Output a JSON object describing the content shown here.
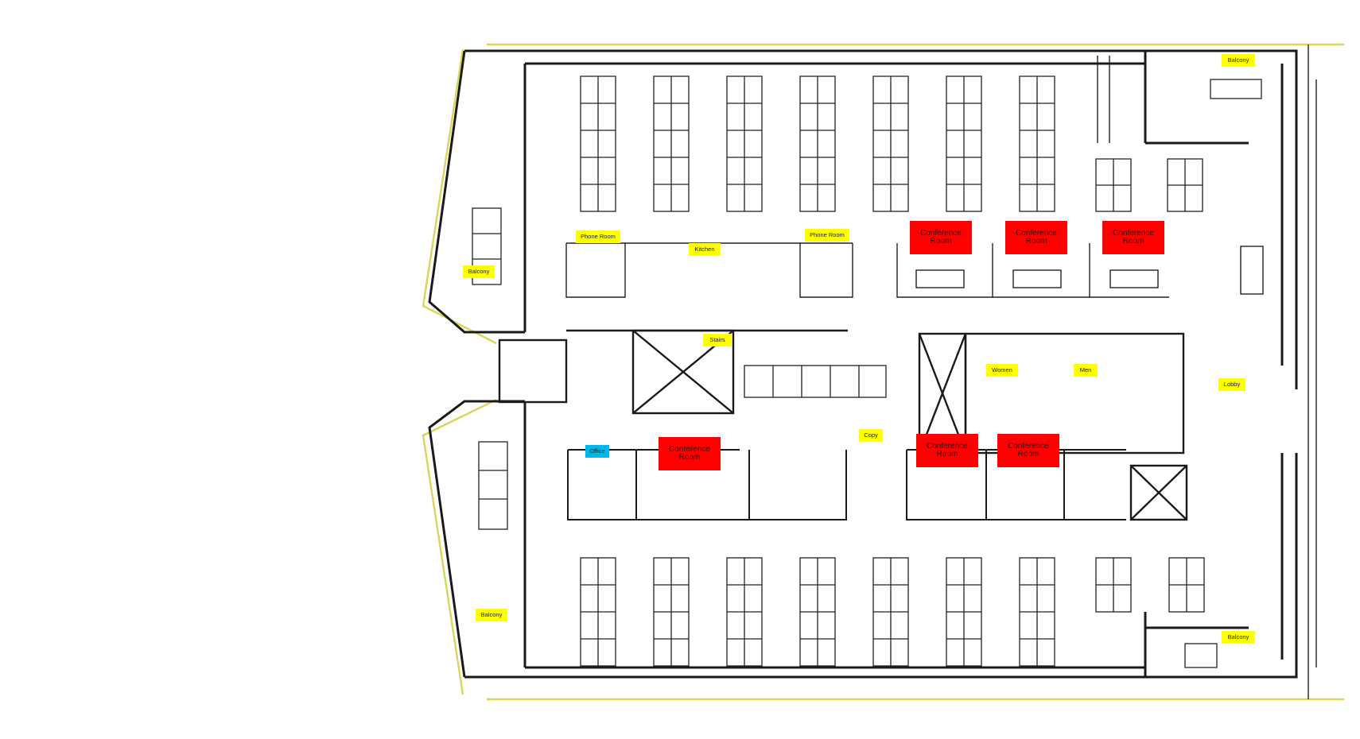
{
  "colors": {
    "label_yellow": "#ffff00",
    "conference_red": "#ff0000",
    "office_cyan": "#00b7eb",
    "exterior_line": "#d8d65a",
    "wall": "#1a1a1a"
  },
  "labels": {
    "balcony_top_right": "Balcony",
    "balcony_left_upper": "Balcony",
    "balcony_left_lower": "Balcony",
    "balcony_bottom_right": "Balcony",
    "phone_room_left": "Phone Room",
    "phone_room_right": "Phone Room",
    "kitchen": "Kitchen",
    "stairs": "Stairs",
    "women": "Women",
    "men": "Men",
    "lobby": "Lobby",
    "copy": "Copy",
    "office": "Office",
    "conference_1": "Conference Room",
    "conference_2": "Conference Room",
    "conference_3": "Conference Room",
    "conference_4": "Conference Room",
    "conference_5": "Conference Room",
    "conference_6": "Conference Room"
  }
}
